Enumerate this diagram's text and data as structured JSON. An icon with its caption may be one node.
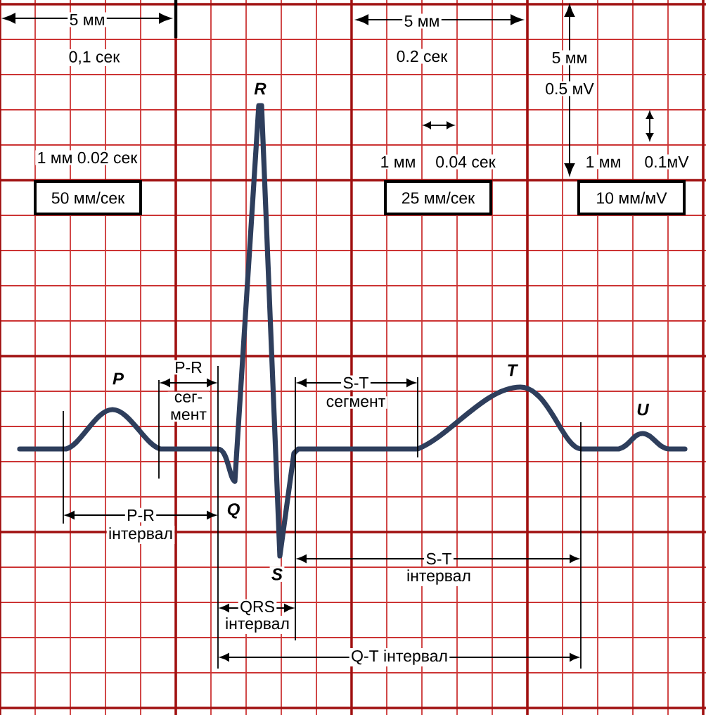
{
  "diagram": {
    "nodes": [
      {
        "text": [
          "50 мм/сек"
        ]
      },
      {
        "text": [
          "25 мм/сек"
        ]
      },
      {
        "text": [
          "10 мм/мV"
        ]
      }
    ],
    "labels": [
      "5 мм",
      "5 мм",
      "0,1 сек",
      "0.2 сек",
      "5 мм",
      "R",
      "0.5 мV",
      "1 мм 0.02 сек",
      "1 мм",
      "0.04 сек",
      "1 мм",
      "0.1мV",
      "P-R",
      "T",
      "P",
      "S-T",
      "сег- мент",
      "сегмент",
      "U",
      "P-R",
      "Q",
      "інтервал",
      "S-T",
      "S",
      "інтервал",
      "QRS",
      "інтервал",
      "Q-T інтервал"
    ]
  }
}
